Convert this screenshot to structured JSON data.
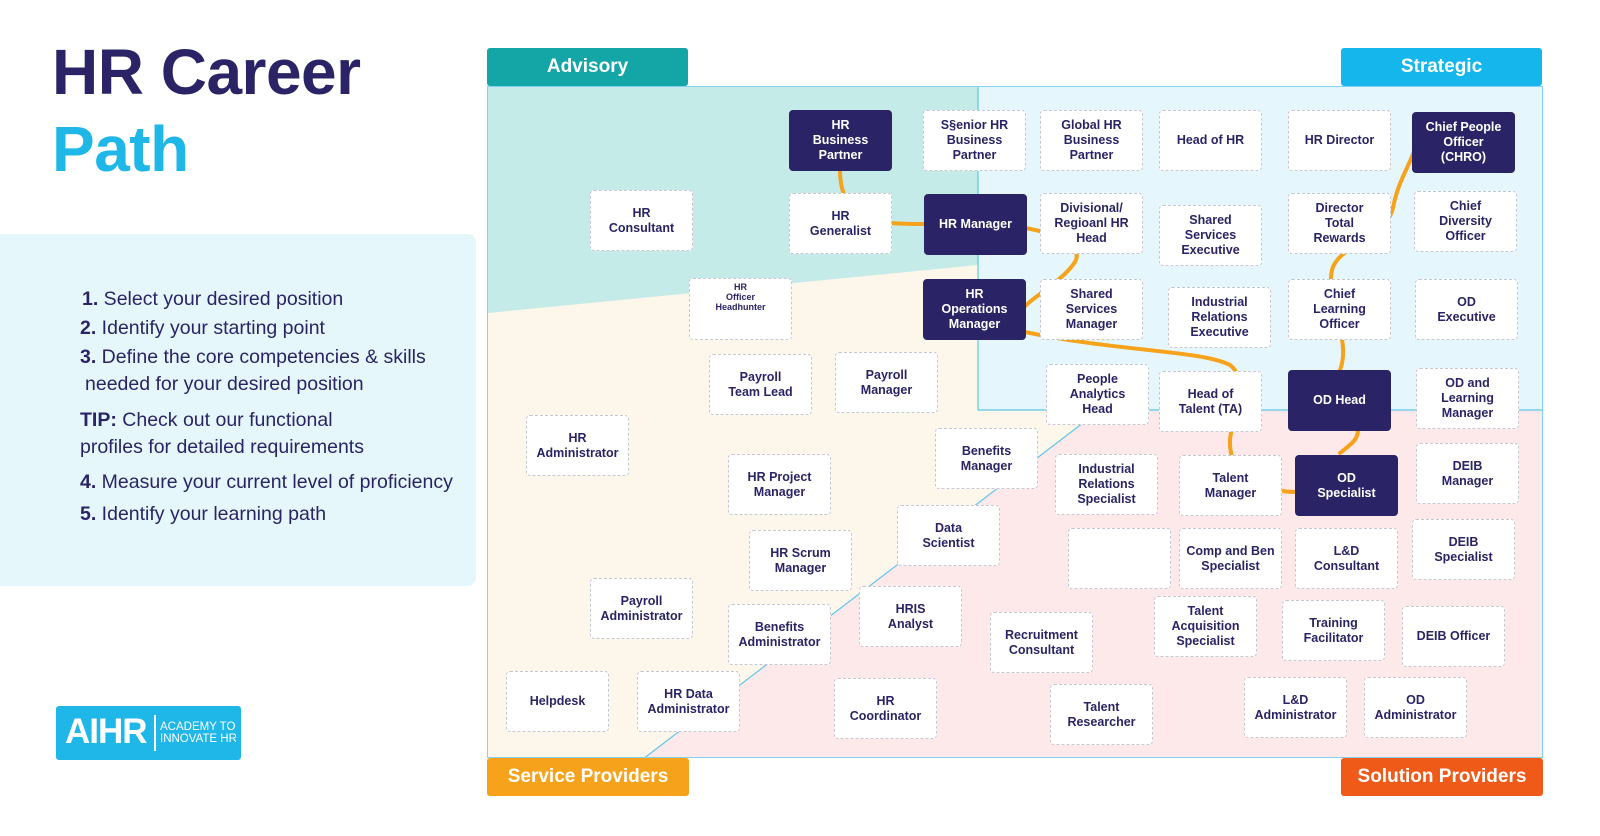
{
  "title_line1": "HR Career",
  "title_line2": "Path",
  "steps": [
    {
      "num": "1.",
      "text": " Select your desired position"
    },
    {
      "num": "2.",
      "text": " Identify your starting point"
    },
    {
      "num": "3.",
      "text": " Define the core competencies & skills"
    },
    {
      "num": "",
      "text": "needed for your desired position"
    },
    {
      "num": "TIP:",
      "text": " Check out our functional"
    },
    {
      "num": "",
      "text": "profiles for detailed requirements"
    },
    {
      "num": "4.",
      "text": " Measure your current level of proficiency"
    },
    {
      "num": "5.",
      "text": " Identify your learning path"
    }
  ],
  "logo": {
    "mark": "AIHR",
    "line1": "ACADEMY TO",
    "line2": "INNOVATE HR"
  },
  "quadrants": {
    "advisory": "Advisory",
    "strategic": "Strategic",
    "service_providers": "Service Providers",
    "solution_providers": "Solution Providers"
  },
  "colors": {
    "navy": "#2a2466",
    "cyan": "#1fb6e8",
    "teal": "#14a5a6",
    "orange": "#f7a21b",
    "red_orange": "#ef5a18",
    "path": "#f7a21b"
  },
  "roles": [
    {
      "label": "HR\nBusiness\nPartner",
      "highlight": true
    },
    {
      "label": "S§enior HR\nBusiness\nPartner",
      "highlight": false
    },
    {
      "label": "Global HR\nBusiness\nPartner",
      "highlight": false
    },
    {
      "label": "Head of HR",
      "highlight": false
    },
    {
      "label": "HR Director",
      "highlight": false
    },
    {
      "label": "Chief People\nOfficer\n(CHRO)",
      "highlight": true
    },
    {
      "label": "HR\nConsultant",
      "highlight": false
    },
    {
      "label": "HR\nGeneralist",
      "highlight": false
    },
    {
      "label": "HR Manager",
      "highlight": true
    },
    {
      "label": "Divisional/\nRegioanl HR\nHead",
      "highlight": false
    },
    {
      "label": "Shared\nServices\nExecutive",
      "highlight": false
    },
    {
      "label": "Director\nTotal\nRewards",
      "highlight": false
    },
    {
      "label": "Chief\nDiversity\nOfficer",
      "highlight": false
    },
    {
      "label": "HR\nOfficer\nHeadhunter",
      "highlight": false
    },
    {
      "label": "HR\nOperations\nManager",
      "highlight": true
    },
    {
      "label": "Shared\nServices\nManager",
      "highlight": false
    },
    {
      "label": "Industrial\nRelations\nExecutive",
      "highlight": false
    },
    {
      "label": "Chief\nLearning\nOfficer",
      "highlight": false
    },
    {
      "label": "OD\nExecutive",
      "highlight": false
    },
    {
      "label": "Payroll\nTeam Lead",
      "highlight": false
    },
    {
      "label": "Payroll\nManager",
      "highlight": false
    },
    {
      "label": "People\nAnalytics\nHead",
      "highlight": false
    },
    {
      "label": "Head of\nTalent (TA)",
      "highlight": false
    },
    {
      "label": "OD Head",
      "highlight": true
    },
    {
      "label": "OD and\nLearning\nManager",
      "highlight": false
    },
    {
      "label": "HR\nAdministrator",
      "highlight": false
    },
    {
      "label": "Benefits\nManager",
      "highlight": false
    },
    {
      "label": "HR Project\nManager",
      "highlight": false
    },
    {
      "label": "Industrial\nRelations\nSpecialist",
      "highlight": false
    },
    {
      "label": "Talent\nManager",
      "highlight": false
    },
    {
      "label": "OD\nSpecialist",
      "highlight": true
    },
    {
      "label": "DEIB\nManager",
      "highlight": false
    },
    {
      "label": "Data\nScientist",
      "highlight": false
    },
    {
      "label": "HR Scrum\nManager",
      "highlight": false
    },
    {
      "label": "",
      "highlight": false
    },
    {
      "label": "Comp and Ben\nSpecialist",
      "highlight": false
    },
    {
      "label": "L&D\nConsultant",
      "highlight": false
    },
    {
      "label": "DEIB\nSpecialist",
      "highlight": false
    },
    {
      "label": "Payroll\nAdministrator",
      "highlight": false
    },
    {
      "label": "HRIS\nAnalyst",
      "highlight": false
    },
    {
      "label": "Benefits\nAdministrator",
      "highlight": false
    },
    {
      "label": "Recruitment\nConsultant",
      "highlight": false
    },
    {
      "label": "Talent\nAcquisition\nSpecialist",
      "highlight": false
    },
    {
      "label": "Training\nFacilitator",
      "highlight": false
    },
    {
      "label": "DEIB Officer",
      "highlight": false
    },
    {
      "label": "Helpdesk",
      "highlight": false
    },
    {
      "label": "HR Data\nAdministrator",
      "highlight": false
    },
    {
      "label": "HR\nCoordinator",
      "highlight": false
    },
    {
      "label": "Talent\nResearcher",
      "highlight": false
    },
    {
      "label": "L&D\nAdministrator",
      "highlight": false
    },
    {
      "label": "OD\nAdministrator",
      "highlight": false
    }
  ]
}
